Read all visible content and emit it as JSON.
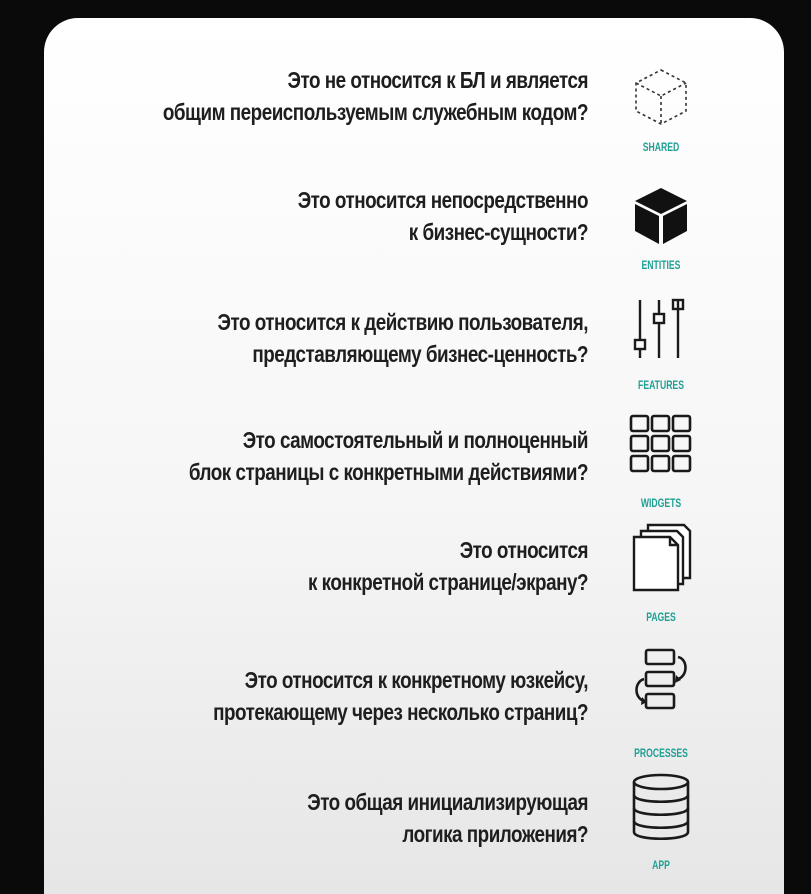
{
  "colors": {
    "background": "#0a0a0a",
    "card": "#ffffff",
    "text": "#1e1e1e",
    "accent": "#1f9f93"
  },
  "layers": [
    {
      "question_lines": [
        "Это не относится к БЛ и является",
        "общим переиспользуемым служебным кодом?"
      ],
      "label": "SHARED",
      "icon": "dashed-cube-icon"
    },
    {
      "question_lines": [
        "Это относится непосредственно",
        "к бизнес-сущности?"
      ],
      "label": "ENTITIES",
      "icon": "solid-cube-icon"
    },
    {
      "question_lines": [
        "Это относится к действию пользователя,",
        "представляющему бизнес-ценность?"
      ],
      "label": "FEATURES",
      "icon": "sliders-icon"
    },
    {
      "question_lines": [
        "Это самостоятельный и полноценный",
        "блок страницы с конкретными действиями?"
      ],
      "label": "WIDGETS",
      "icon": "grid-icon"
    },
    {
      "question_lines": [
        "Это относится",
        "к конкретной странице/экрану?"
      ],
      "label": "PAGES",
      "icon": "pages-icon"
    },
    {
      "question_lines": [
        "Это относится к конкретному юзкейсу,",
        "протекающему через несколько страниц?"
      ],
      "label": "PROCESSES",
      "icon": "process-flow-icon"
    },
    {
      "question_lines": [
        "Это общая инициализирующая",
        "логика приложения?"
      ],
      "label": "APP",
      "icon": "database-icon"
    }
  ]
}
